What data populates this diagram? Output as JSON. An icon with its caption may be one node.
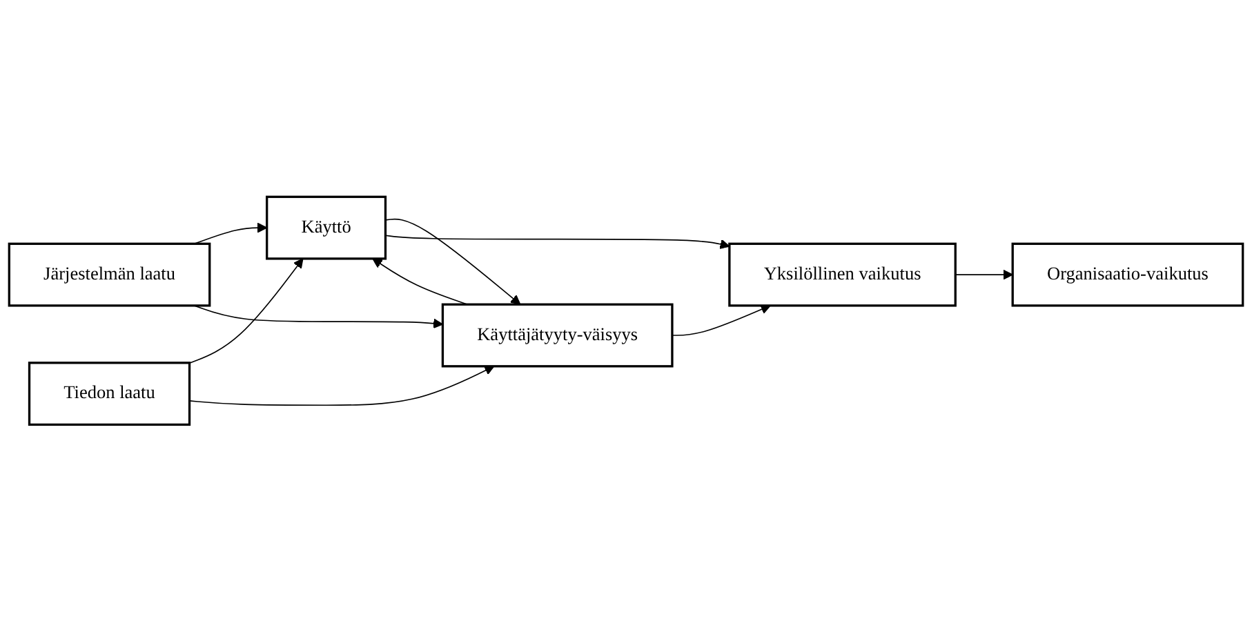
{
  "diagram": {
    "nodes": [
      {
        "text": [
          "Järjestelmän laatu"
        ]
      },
      {
        "text": [
          "Tiedon laatu"
        ]
      },
      {
        "text": [
          "Käyttö"
        ]
      },
      {
        "text": [
          "Käyttäjätyyty-väisyys"
        ]
      },
      {
        "text": [
          "Yksilöllinen vaikutus"
        ]
      },
      {
        "text": [
          "Organisaatio-vaikutus"
        ]
      }
    ],
    "edges": [
      {
        "from": 0,
        "to": 2,
        "arrow": "to"
      },
      {
        "from": 0,
        "to": 3,
        "arrow": "to"
      },
      {
        "from": 1,
        "to": 2,
        "arrow": "to"
      },
      {
        "from": 1,
        "to": 3,
        "arrow": "to"
      },
      {
        "from": 3,
        "to": 2,
        "arrow": "to"
      },
      {
        "from": 2,
        "to": 3,
        "arrow": "to"
      },
      {
        "from": 2,
        "to": 4,
        "arrow": "to"
      },
      {
        "from": 3,
        "to": 4,
        "arrow": "to"
      },
      {
        "from": 4,
        "to": 5,
        "arrow": "to"
      }
    ]
  }
}
